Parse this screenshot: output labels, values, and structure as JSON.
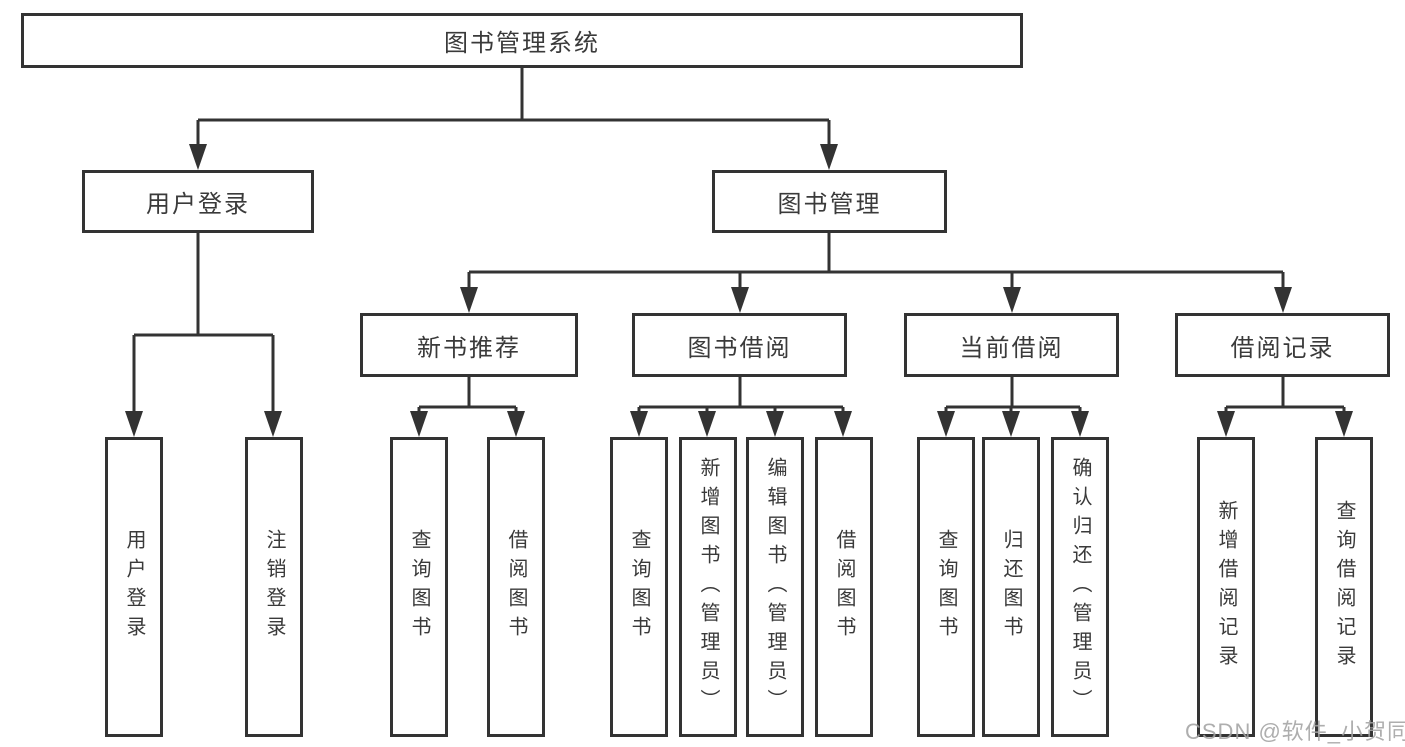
{
  "diagram": {
    "type": "tree",
    "root": {
      "label": "图书管理系统",
      "children": [
        {
          "label": "用户登录",
          "children": [
            {
              "label": "用户登录"
            },
            {
              "label": "注销登录"
            }
          ]
        },
        {
          "label": "图书管理",
          "children": [
            {
              "label": "新书推荐",
              "children": [
                {
                  "label": "查询图书"
                },
                {
                  "label": "借阅图书"
                }
              ]
            },
            {
              "label": "图书借阅",
              "children": [
                {
                  "label": "查询图书"
                },
                {
                  "label": "新增图书（管理员）"
                },
                {
                  "label": "编辑图书（管理员）"
                },
                {
                  "label": "借阅图书"
                }
              ]
            },
            {
              "label": "当前借阅",
              "children": [
                {
                  "label": "查询图书"
                },
                {
                  "label": "归还图书"
                },
                {
                  "label": "确认归还（管理员）"
                }
              ]
            },
            {
              "label": "借阅记录",
              "children": [
                {
                  "label": "新增借阅记录"
                },
                {
                  "label": "查询借阅记录"
                }
              ]
            }
          ]
        }
      ]
    }
  },
  "colors": {
    "line": "#333333",
    "text": "#3a3a3a",
    "background": "#ffffff",
    "watermark": "#a3a3a3"
  },
  "watermark": {
    "text": "CSDN @软件_小贺同学"
  }
}
